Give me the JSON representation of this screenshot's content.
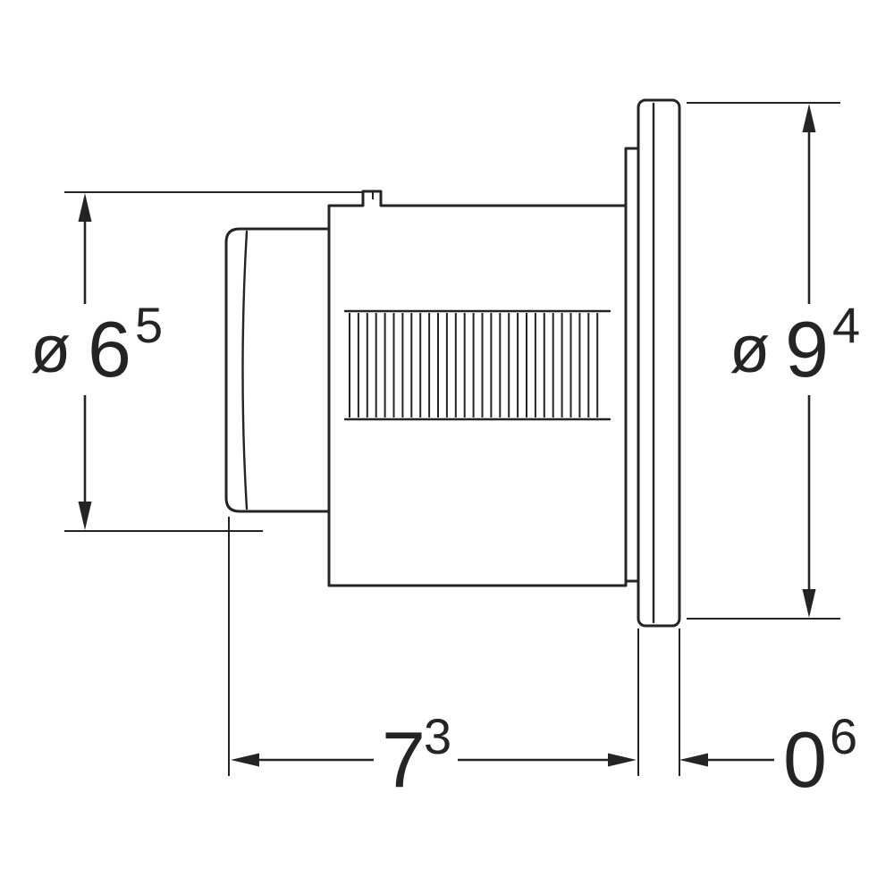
{
  "drawing": {
    "kind": "technical-dimension-drawing",
    "view": "side-section-of-flush-actuator",
    "labels": {
      "dia_left": {
        "symbol": "ø",
        "value": "6",
        "sup": "5"
      },
      "dia_right": {
        "symbol": "ø",
        "value": "9",
        "sup": "4"
      },
      "depth": {
        "value": "7",
        "sup": "3"
      },
      "thickness": {
        "value": "0",
        "sup": "6"
      }
    },
    "colors": {
      "line": "#242424",
      "background": "#ffffff"
    }
  }
}
